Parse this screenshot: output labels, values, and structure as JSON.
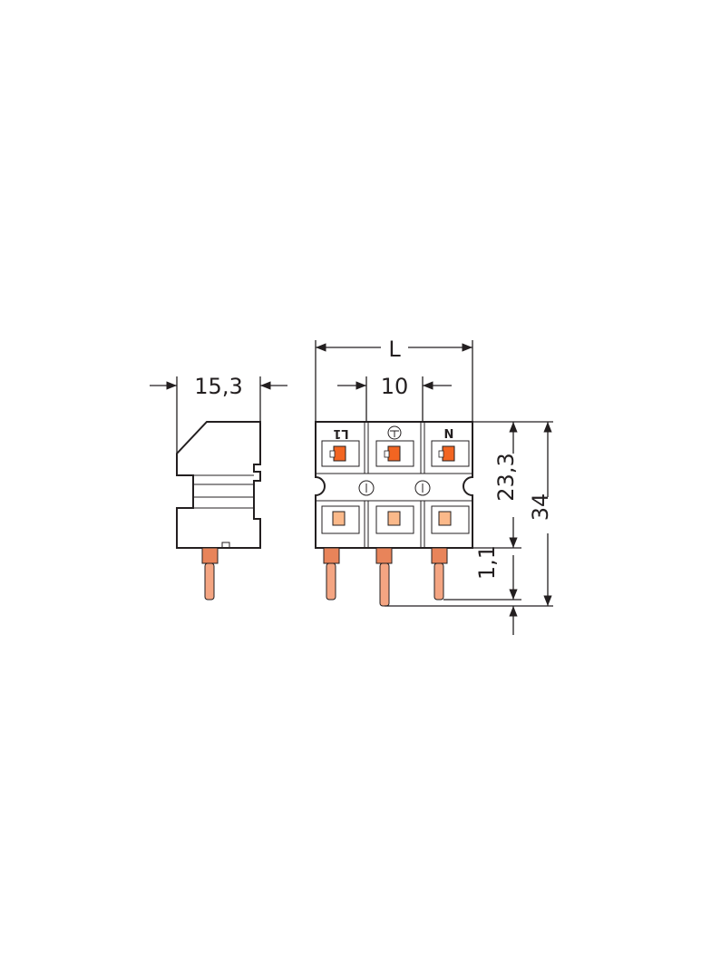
{
  "dimensions": {
    "side_width": "15,3",
    "overall_length": "L",
    "pitch": "10",
    "body_height": "23,3",
    "total_height": "34",
    "pin_offset": "1,1"
  },
  "pole_markings": {
    "pole_1": "L1",
    "pole_2": "PE",
    "pole_3": "N"
  },
  "colors": {
    "outline": "#231f20",
    "pin": "#f4a582",
    "pin_dark": "#e8845a",
    "actuator_active": "#f26522",
    "actuator_light": "#fbb98a"
  },
  "icons": {
    "ground": "ground-symbol-icon"
  }
}
